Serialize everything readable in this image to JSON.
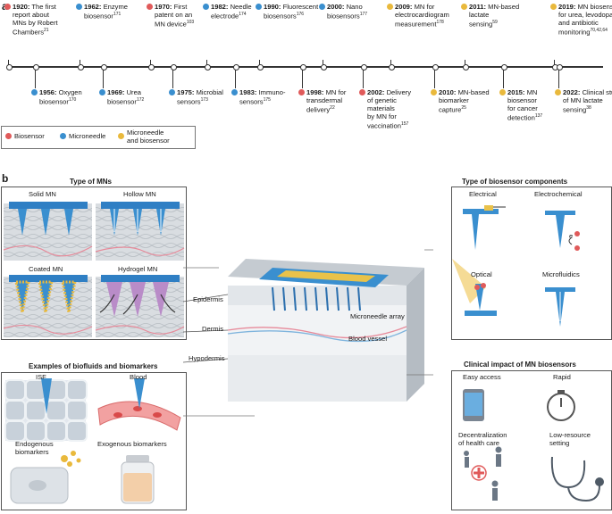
{
  "panel_a": "a",
  "panel_b": "b",
  "timeline_top": [
    {
      "year": "1920:",
      "text": [
        "The first",
        "report about",
        "MNs by Robert",
        "Chambers"
      ],
      "ref": "21",
      "type": "biosensor"
    },
    {
      "year": "1962:",
      "text": [
        "Enzyme",
        "biosensor"
      ],
      "ref": "171",
      "type": "microneedle"
    },
    {
      "year": "1970:",
      "text": [
        "First",
        "patent on an",
        "MN device"
      ],
      "ref": "103",
      "type": "biosensor"
    },
    {
      "year": "1982:",
      "text": [
        "Needle",
        "electrode"
      ],
      "ref": "174",
      "type": "microneedle"
    },
    {
      "year": "1990:",
      "text": [
        "Fluorescent",
        "biosensors"
      ],
      "ref": "176",
      "type": "microneedle"
    },
    {
      "year": "2000:",
      "text": [
        "Nano",
        "biosensors"
      ],
      "ref": "177",
      "type": "microneedle"
    },
    {
      "year": "2009:",
      "text": [
        "MN for",
        "electrocardiogram",
        "measurement"
      ],
      "ref": "178",
      "type": "both"
    },
    {
      "year": "2011:",
      "text": [
        "MN-based",
        "lactate",
        "sensing"
      ],
      "ref": "59",
      "type": "both"
    },
    {
      "year": "2019:",
      "text": [
        "MN biosensors",
        "for urea, levodopa",
        "and antibiotic",
        "monitoring"
      ],
      "ref": "70,42,64",
      "type": "both"
    }
  ],
  "timeline_bottom": [
    {
      "year": "1956:",
      "text": [
        "Oxygen",
        "biosensor"
      ],
      "ref": "170",
      "type": "microneedle"
    },
    {
      "year": "1969:",
      "text": [
        "Urea",
        "biosensor"
      ],
      "ref": "172",
      "type": "microneedle"
    },
    {
      "year": "1975:",
      "text": [
        "Microbial",
        "sensors"
      ],
      "ref": "173",
      "type": "microneedle"
    },
    {
      "year": "1983:",
      "text": [
        "Immuno-",
        "sensors"
      ],
      "ref": "175",
      "type": "microneedle"
    },
    {
      "year": "1998:",
      "text": [
        "MN for",
        "transdermal",
        "delivery"
      ],
      "ref": "22",
      "type": "biosensor"
    },
    {
      "year": "2002:",
      "text": [
        "Delivery",
        "of genetic",
        "materials",
        "by MN for",
        "vaccination"
      ],
      "ref": "157",
      "type": "biosensor"
    },
    {
      "year": "2010:",
      "text": [
        "MN-based",
        "biomarker",
        "capture"
      ],
      "ref": "25",
      "type": "both"
    },
    {
      "year": "2015:",
      "text": [
        "MN",
        "biosensor",
        "for cancer",
        "detection"
      ],
      "ref": "137",
      "type": "both"
    },
    {
      "year": "2022:",
      "text": [
        "Clinical study",
        "of MN lactate",
        "sensing"
      ],
      "ref": "38",
      "type": "both"
    }
  ],
  "legend": [
    {
      "label": "Biosensor",
      "color": "#e05a5a"
    },
    {
      "label": "Microneedle",
      "color": "#3a8fcf"
    },
    {
      "label": "Microneedle\nand biosensor",
      "color": "#e9b93c"
    }
  ],
  "type_of_mns": {
    "title": "Type of MNs",
    "items": [
      "Solid MN",
      "Hollow MN",
      "Coated MN",
      "Hydrogel MN"
    ]
  },
  "biofluids": {
    "title": "Examples of biofluids and biomarkers",
    "items": [
      "ISF",
      "Blood",
      "Endogenous\nbiomarkers",
      "Exogenous biomarkers"
    ]
  },
  "components": {
    "title": "Type of biosensor components",
    "items": [
      "Electrical",
      "Electrochemical",
      "Optical",
      "Microfluidics"
    ],
    "electron": "e"
  },
  "clinical": {
    "title": "Clinical impact of MN biosensors",
    "items": [
      "Easy access",
      "Rapid",
      "Decentralization\nof health care",
      "Low-resource\nsetting"
    ]
  },
  "skin_labels": {
    "epidermis": "Epidermis",
    "dermis": "Dermis",
    "hypodermis": "Hypodermis",
    "array": "Microneedle array",
    "vessel": "Blood vessel"
  }
}
